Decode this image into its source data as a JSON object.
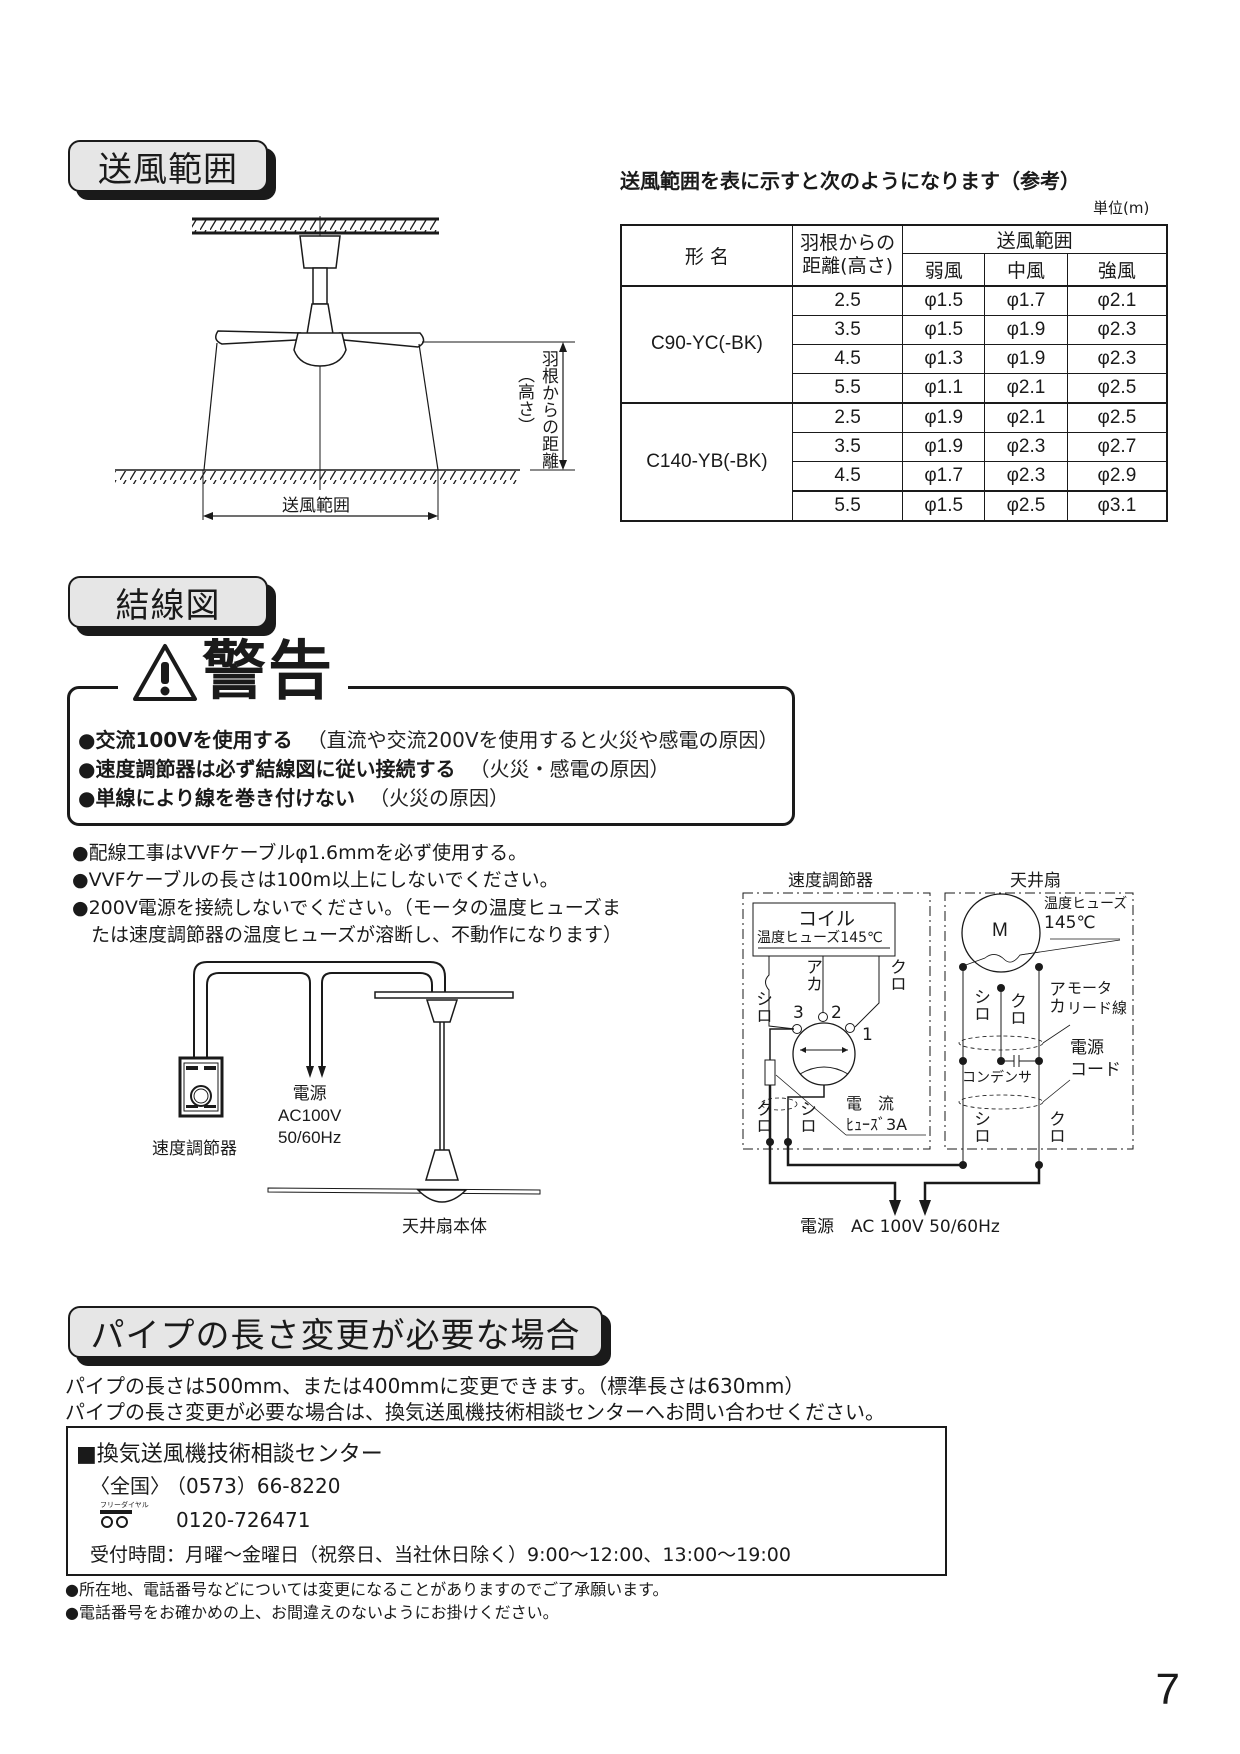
{
  "sections": {
    "airflow_range": {
      "title": "送風範囲",
      "table_caption": "送風範囲を表に示すと次のようになります（参考）",
      "unit": "単位(m)",
      "diagram": {
        "height_label": "羽根からの距離",
        "height_label_paren": "（高さ）",
        "range_label": "送風範囲"
      },
      "table": {
        "headers": {
          "model": "形  名",
          "distance_line1": "羽根からの",
          "distance_line2": "距離(高さ)",
          "range_group": "送風範囲",
          "weak": "弱風",
          "medium": "中風",
          "strong": "強風"
        },
        "models": [
          {
            "name": "C90-YC(-BK)",
            "rows": [
              {
                "distance": "2.5",
                "weak": "φ1.5",
                "medium": "φ1.7",
                "strong": "φ2.1"
              },
              {
                "distance": "3.5",
                "weak": "φ1.5",
                "medium": "φ1.9",
                "strong": "φ2.3"
              },
              {
                "distance": "4.5",
                "weak": "φ1.3",
                "medium": "φ1.9",
                "strong": "φ2.3"
              },
              {
                "distance": "5.5",
                "weak": "φ1.1",
                "medium": "φ2.1",
                "strong": "φ2.5"
              }
            ]
          },
          {
            "name": "C140-YB(-BK)",
            "rows": [
              {
                "distance": "2.5",
                "weak": "φ1.9",
                "medium": "φ2.1",
                "strong": "φ2.5"
              },
              {
                "distance": "3.5",
                "weak": "φ1.9",
                "medium": "φ2.3",
                "strong": "φ2.7"
              },
              {
                "distance": "4.5",
                "weak": "φ1.7",
                "medium": "φ2.3",
                "strong": "φ2.9"
              },
              {
                "distance": "5.5",
                "weak": "φ1.5",
                "medium": "φ2.5",
                "strong": "φ3.1"
              }
            ]
          }
        ]
      }
    },
    "wiring": {
      "title": "結線図",
      "warning": {
        "icon": "warning-triangle-icon",
        "title": "警告",
        "items": [
          {
            "bold": "●交流100Vを使用する",
            "note": "（直流や交流200Vを使用すると火災や感電の原因）"
          },
          {
            "bold": "●速度調節器は必ず結線図に従い接続する",
            "note": "（火災・感電の原因）"
          },
          {
            "bold": "●単線により線を巻き付けない",
            "note": "（火災の原因）"
          }
        ]
      },
      "notes": [
        "●配線工事はVVFケーブルφ1.6mmを必ず使用する。",
        "●VVFケーブルの長さは100m以上にしないでください。",
        "●200V電源を接続しないでください。（モータの温度ヒューズま",
        "　たは速度調節器の温度ヒューズが溶断し、不動作になります）"
      ],
      "install_diagram": {
        "controller_label": "速度調節器",
        "power_line1": "電源",
        "power_line2": "AC100V",
        "power_line3": "50/60Hz",
        "fan_label": "天井扇本体"
      },
      "circuit": {
        "controller_title": "速度調節器",
        "fan_title": "天井扇",
        "coil": "コイル",
        "coil_fuse": "温度ヒューズ145℃",
        "wire_white": "シロ",
        "wire_red": "アカ",
        "wire_black": "クロ",
        "terminal_1": "1",
        "terminal_2": "2",
        "terminal_3": "3",
        "current_fuse_line1": "電　流",
        "current_fuse_line2": "ﾋｭｰｽﾞ3A",
        "motor": "M",
        "motor_fuse_line1": "温度ヒューズ",
        "motor_fuse_line2": "145℃",
        "motor_lead_line1": "モータ",
        "motor_lead_line2": "リード線",
        "capacitor": "コンデンサ",
        "power_cord_line1": "電源",
        "power_cord_line2": "コード",
        "supply": "電源　AC 100V 50/60Hz"
      }
    },
    "pipe_length": {
      "title": "パイプの長さ変更が必要な場合",
      "lines": [
        "パイプの長さは500mm、または400mmに変更できます。（標準長さは630mm）",
        "パイプの長さ変更が必要な場合は、換気送風機技術相談センターへお問い合わせください。"
      ],
      "contact": {
        "heading": "■換気送風機技術相談センター",
        "national_label": "〈全国〉",
        "national_number": "（0573）66-8220",
        "freedial_badge": "フリーダイヤル",
        "freedial_number": "0120-726471",
        "hours": "受付時間：月曜～金曜日（祝祭日、当社休日除く）9:00～12:00、13:00～19:00"
      },
      "footnotes": [
        "●所在地、電話番号などについては変更になることがありますのでご了承願います。",
        "●電話番号をお確かめの上、お間違えのないようにお掛けください。"
      ]
    }
  },
  "page_number": "7"
}
